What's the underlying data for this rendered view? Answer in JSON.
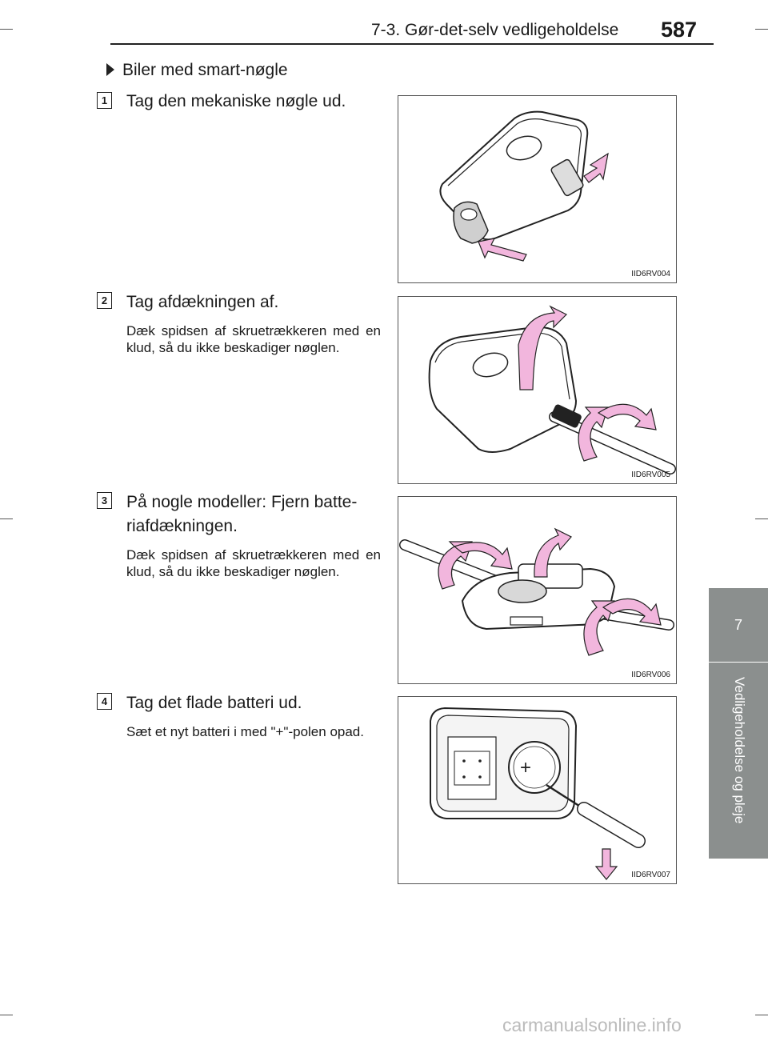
{
  "header": {
    "section_title": "7-3. Gør-det-selv vedligeholdelse",
    "page_number": "587"
  },
  "side_tab": {
    "chapter_number": "7",
    "chapter_title": "Vedligeholdelse og pleje"
  },
  "section_heading": "Biler med smart-nøgle",
  "steps": [
    {
      "number": "1",
      "title": "Tag den mekaniske nøgle ud.",
      "description": "",
      "figure_code": "IID6RV004"
    },
    {
      "number": "2",
      "title": "Tag afdækningen af.",
      "description": "Dæk spidsen af skruetrækkeren med en klud, så du ikke beskadiger nøglen.",
      "figure_code": "IID6RV005"
    },
    {
      "number": "3",
      "title": "På nogle modeller: Fjern batte-",
      "title_line2": "riafdækningen.",
      "description": "Dæk spidsen af skruetrækkeren med en klud, så du ikke beskadiger nøglen.",
      "figure_code": "IID6RV006"
    },
    {
      "number": "4",
      "title": "Tag det flade batteri ud.",
      "description": "Sæt et nyt batteri i med \"+\"-polen opad.",
      "figure_code": "IID6RV007"
    }
  ],
  "illustration": {
    "battery_symbol": "+"
  },
  "watermark": "carmanualsonline.info",
  "colors": {
    "accent_pink": "#f2b6dd",
    "tab_gray": "#8b8f8e",
    "line": "#222222"
  }
}
